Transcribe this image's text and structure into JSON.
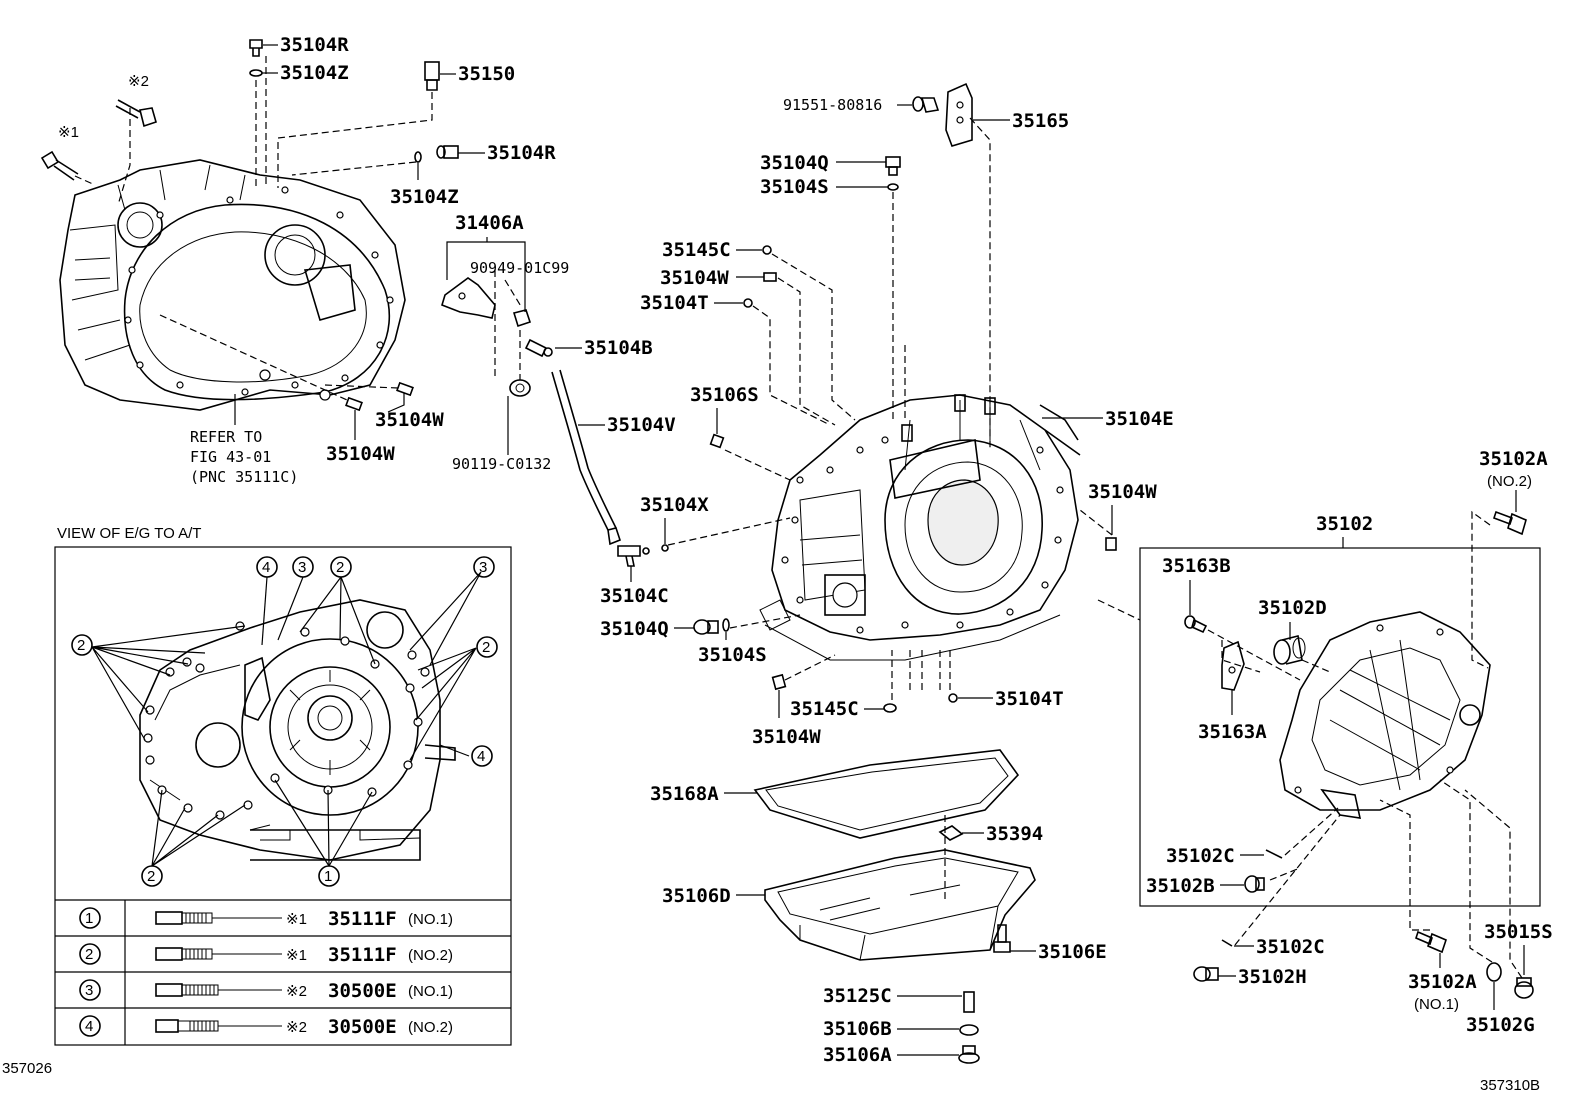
{
  "labels": {
    "x1": "※1",
    "x2": "※2",
    "p35104R_top": "35104R",
    "p35104Z_top": "35104Z",
    "p35150": "35150",
    "p35104R_mid": "35104R",
    "p35104Z_mid": "35104Z",
    "p31406A": "31406A",
    "p90949": "90949-01C99",
    "p35104B": "35104B",
    "p35104V": "35104V",
    "p90119": "90119-C0132",
    "p35104W_a": "35104W",
    "p35104W_b": "35104W",
    "refer1": "REFER TO",
    "refer2": "FIG 43-01",
    "refer3": "(PNC 35111C)",
    "p91551": "91551-80816",
    "p35165": "35165",
    "p35104Q_top": "35104Q",
    "p35104S_top": "35104S",
    "p35145C_top": "35145C",
    "p35104W_c": "35104W",
    "p35104T_top": "35104T",
    "p35106S": "35106S",
    "p35104E": "35104E",
    "p35104W_d": "35104W",
    "p35104X": "35104X",
    "p35104C": "35104C",
    "p35104Q_bot": "35104Q",
    "p35104S_bot": "35104S",
    "p35145C_bot": "35145C",
    "p35104T_bot": "35104T",
    "p35104W_e": "35104W",
    "p35168A": "35168A",
    "p35394": "35394",
    "p35106D": "35106D",
    "p35106E": "35106E",
    "p35125C": "35125C",
    "p35106B": "35106B",
    "p35106A": "35106A",
    "p35102A_top": "35102A",
    "no2_top": "(NO.2)",
    "p35102": "35102",
    "p35163B": "35163B",
    "p35102D": "35102D",
    "p35163A": "35163A",
    "p35102C_a": "35102C",
    "p35102B": "35102B",
    "p35102C_b": "35102C",
    "p35102H": "35102H",
    "p35102A_bot": "35102A",
    "no1_bot": "(NO.1)",
    "p35015S": "35015S",
    "p35102G": "35102G",
    "fig_left": "357026",
    "fig_right": "357310B"
  },
  "inset": {
    "title": "VIEW OF E/G TO A/T",
    "callouts": [
      "1",
      "2",
      "3",
      "4"
    ],
    "table": [
      {
        "num": "1",
        "mark": "※1",
        "part": "35111F",
        "note": "(NO.1)"
      },
      {
        "num": "2",
        "mark": "※1",
        "part": "35111F",
        "note": "(NO.2)"
      },
      {
        "num": "3",
        "mark": "※2",
        "part": "30500E",
        "note": "(NO.1)"
      },
      {
        "num": "4",
        "mark": "※2",
        "part": "30500E",
        "note": "(NO.2)"
      }
    ]
  }
}
